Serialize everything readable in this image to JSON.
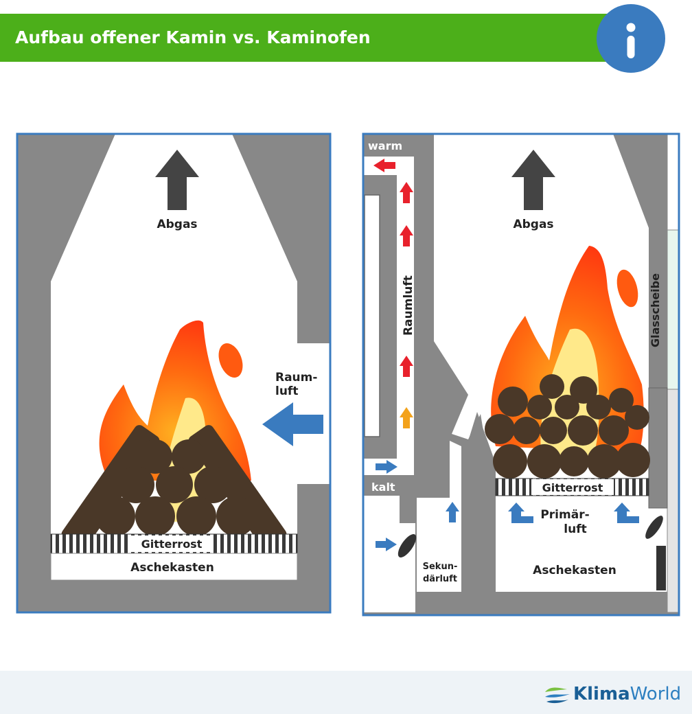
{
  "header": {
    "title": "Aufbau offener Kamin vs. Kaminofen"
  },
  "colors": {
    "header_green": "#4caf1a",
    "info_blue": "#3a7bbf",
    "wall_gray": "#888888",
    "frame_blue": "#3a7bbf",
    "arrow_red": "#e8212c",
    "arrow_orange": "#f3a21b",
    "arrow_blue": "#3a7bbf",
    "log_brown": "#4a3828"
  },
  "left": {
    "exhaust": "Abgas",
    "room_air": [
      "Raum-",
      "luft"
    ],
    "grate": "Gitterrost",
    "ash_box": "Aschekasten"
  },
  "right": {
    "warm": "warm",
    "cold": "kalt",
    "room_air_channel": "Raumluft",
    "exhaust": "Abgas",
    "glass": "Glasscheibe",
    "grate": "Gitterrost",
    "primary_air": [
      "Primär-",
      "luft"
    ],
    "secondary_air": [
      "Sekun-",
      "därluft"
    ],
    "ash_box": "Aschekasten"
  },
  "footer": {
    "logo_part1": "Klima",
    "logo_part2": "World"
  }
}
